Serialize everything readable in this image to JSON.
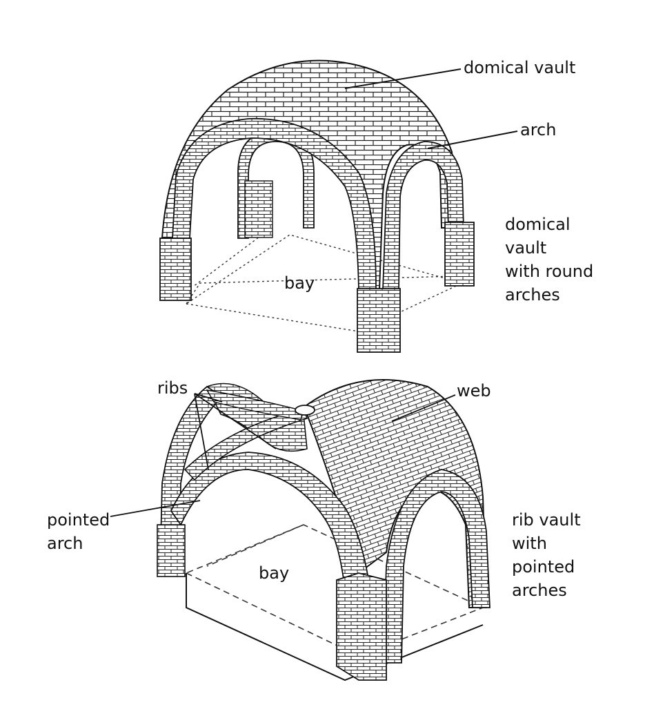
{
  "top_figure": {
    "labels": {
      "domical_vault": "domical vault",
      "arch": "arch",
      "bay": "bay",
      "caption": [
        "domical",
        "vault",
        "with round",
        "arches"
      ]
    }
  },
  "bottom_figure": {
    "labels": {
      "ribs": "ribs",
      "web": "web",
      "pointed_arch": [
        "pointed",
        "arch"
      ],
      "bay": "bay",
      "caption": [
        "rib vault",
        "with",
        "pointed",
        "arches"
      ]
    }
  },
  "colors": {
    "ink": "#111111",
    "paper": "#ffffff"
  }
}
